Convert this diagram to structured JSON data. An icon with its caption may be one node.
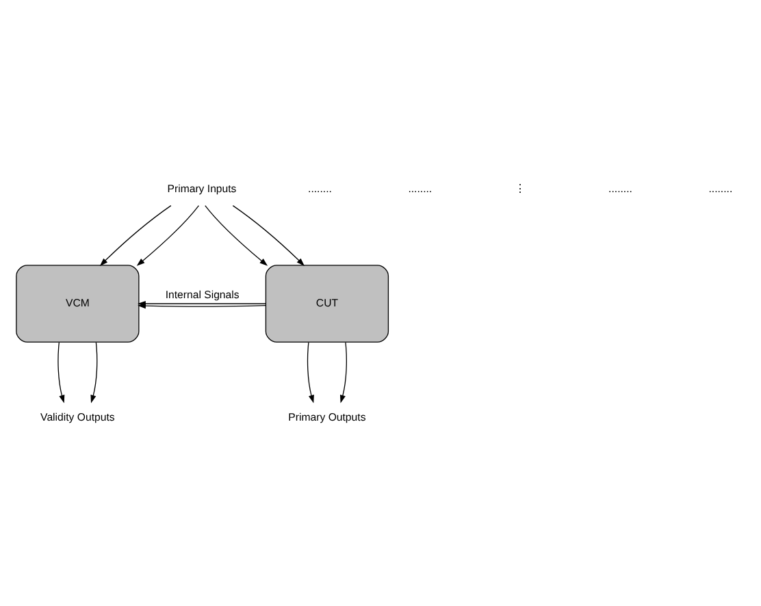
{
  "diagram": {
    "nodes": [
      {
        "text": [
          "Primary Inputs"
        ]
      },
      {
        "text": [
          "VCM"
        ]
      },
      {
        "text": [
          "CUT"
        ]
      },
      {
        "text": [
          "Validity Outputs"
        ]
      },
      {
        "text": [
          "Primary Outputs"
        ]
      }
    ],
    "edges": [
      {
        "from": 0,
        "to": 1,
        "arrow": "to"
      },
      {
        "from": 0,
        "to": 1,
        "arrow": "to"
      },
      {
        "from": 0,
        "to": 2,
        "arrow": "to"
      },
      {
        "from": 0,
        "to": 2,
        "arrow": "to"
      },
      {
        "from": 2,
        "to": 1,
        "arrow": "to",
        "label": "Internal Signals"
      },
      {
        "from": 2,
        "to": 1,
        "arrow": "to"
      },
      {
        "from": 1,
        "to": 3,
        "arrow": "to"
      },
      {
        "from": 1,
        "to": 3,
        "arrow": "to"
      },
      {
        "from": 2,
        "to": 4,
        "arrow": "to"
      },
      {
        "from": 2,
        "to": 4,
        "arrow": "to"
      }
    ],
    "labels": [
      "........",
      "........",
      "⋮",
      "........",
      "........"
    ]
  }
}
